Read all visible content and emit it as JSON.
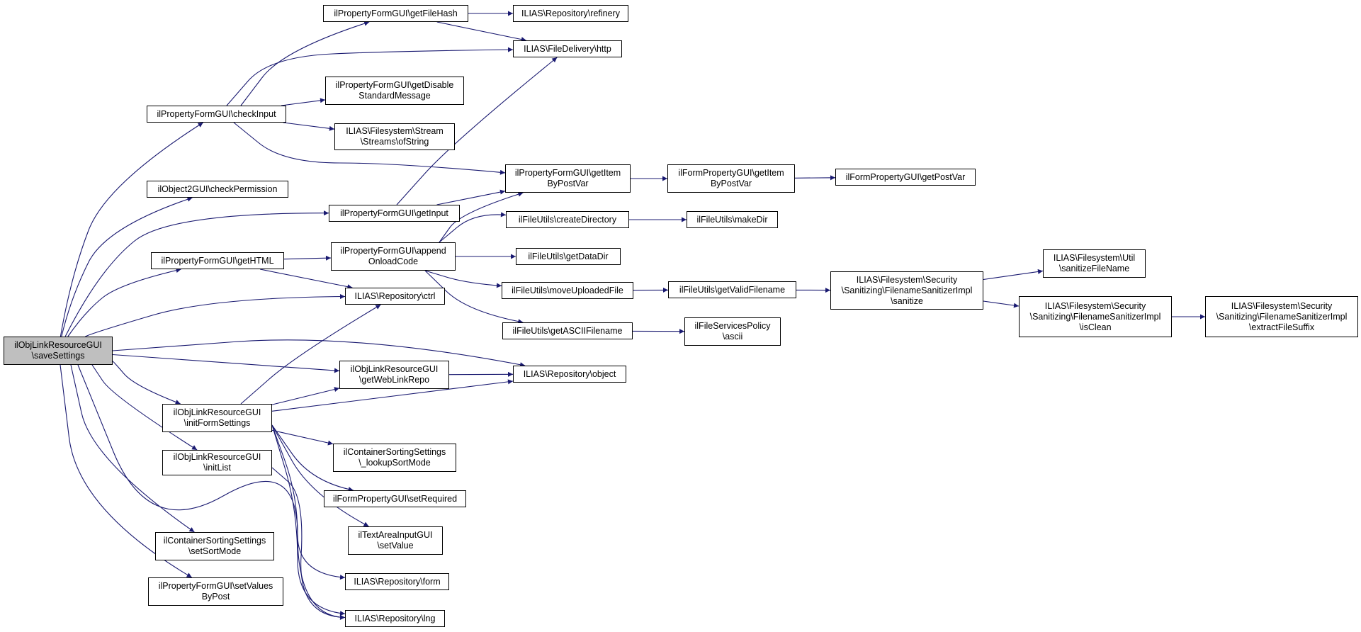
{
  "diagram": {
    "colors": {
      "edge": "#191970",
      "node_fill": "#ffffff",
      "root_fill": "#bfbfbf",
      "border": "#000000"
    },
    "nodes": [
      {
        "id": "saveSettings",
        "lines": [
          "ilObjLinkResourceGUI",
          "\\saveSettings"
        ],
        "root": true
      },
      {
        "id": "checkInput",
        "lines": [
          "ilPropertyFormGUI\\checkInput"
        ]
      },
      {
        "id": "checkPermission",
        "lines": [
          "ilObject2GUI\\checkPermission"
        ]
      },
      {
        "id": "getHTML",
        "lines": [
          "ilPropertyFormGUI\\getHTML"
        ]
      },
      {
        "id": "initFormSettings",
        "lines": [
          "ilObjLinkResourceGUI",
          "\\initFormSettings"
        ]
      },
      {
        "id": "initList",
        "lines": [
          "ilObjLinkResourceGUI",
          "\\initList"
        ]
      },
      {
        "id": "setSortMode",
        "lines": [
          "ilContainerSortingSettings",
          "\\setSortMode"
        ]
      },
      {
        "id": "setValuesByPost",
        "lines": [
          "ilPropertyFormGUI\\setValues",
          "ByPost"
        ]
      },
      {
        "id": "getFileHash",
        "lines": [
          "ilPropertyFormGUI\\getFileHash"
        ]
      },
      {
        "id": "getDisableStandardMessage",
        "lines": [
          "ilPropertyFormGUI\\getDisable",
          "StandardMessage"
        ]
      },
      {
        "id": "ofString",
        "lines": [
          "ILIAS\\Filesystem\\Stream",
          "\\Streams\\ofString"
        ]
      },
      {
        "id": "getInput",
        "lines": [
          "ilPropertyFormGUI\\getInput"
        ]
      },
      {
        "id": "appendOnloadCode",
        "lines": [
          "ilPropertyFormGUI\\append",
          "OnloadCode"
        ]
      },
      {
        "id": "ctrl",
        "lines": [
          "ILIAS\\Repository\\ctrl"
        ]
      },
      {
        "id": "getWebLinkRepo",
        "lines": [
          "ilObjLinkResourceGUI",
          "\\getWebLinkRepo"
        ]
      },
      {
        "id": "lookupSortMode",
        "lines": [
          "ilContainerSortingSettings",
          "\\_lookupSortMode"
        ]
      },
      {
        "id": "setRequired",
        "lines": [
          "ilFormPropertyGUI\\setRequired"
        ]
      },
      {
        "id": "textAreaSetValue",
        "lines": [
          "ilTextAreaInputGUI",
          "\\setValue"
        ]
      },
      {
        "id": "form",
        "lines": [
          "ILIAS\\Repository\\form"
        ]
      },
      {
        "id": "lng",
        "lines": [
          "ILIAS\\Repository\\lng"
        ]
      },
      {
        "id": "refinery",
        "lines": [
          "ILIAS\\Repository\\refinery"
        ]
      },
      {
        "id": "http",
        "lines": [
          "ILIAS\\FileDelivery\\http"
        ]
      },
      {
        "id": "formGetItemByPostVar",
        "lines": [
          "ilPropertyFormGUI\\getItem",
          "ByPostVar"
        ]
      },
      {
        "id": "createDirectory",
        "lines": [
          "ilFileUtils\\createDirectory"
        ]
      },
      {
        "id": "getDataDir",
        "lines": [
          "ilFileUtils\\getDataDir"
        ]
      },
      {
        "id": "moveUploadedFile",
        "lines": [
          "ilFileUtils\\moveUploadedFile"
        ]
      },
      {
        "id": "getASCIIFilename",
        "lines": [
          "ilFileUtils\\getASCIIFilename"
        ]
      },
      {
        "id": "object",
        "lines": [
          "ILIAS\\Repository\\object"
        ]
      },
      {
        "id": "propGetItemByPostVar",
        "lines": [
          "ilFormPropertyGUI\\getItem",
          "ByPostVar"
        ]
      },
      {
        "id": "makeDir",
        "lines": [
          "ilFileUtils\\makeDir"
        ]
      },
      {
        "id": "getValidFilename",
        "lines": [
          "ilFileUtils\\getValidFilename"
        ]
      },
      {
        "id": "ascii",
        "lines": [
          "ilFileServicesPolicy",
          "\\ascii"
        ]
      },
      {
        "id": "getPostVar",
        "lines": [
          "ilFormPropertyGUI\\getPostVar"
        ]
      },
      {
        "id": "sanitize",
        "lines": [
          "ILIAS\\Filesystem\\Security",
          "\\Sanitizing\\FilenameSanitizerImpl",
          "\\sanitize"
        ]
      },
      {
        "id": "sanitizeFileName",
        "lines": [
          "ILIAS\\Filesystem\\Util",
          "\\sanitizeFileName"
        ]
      },
      {
        "id": "isClean",
        "lines": [
          "ILIAS\\Filesystem\\Security",
          "\\Sanitizing\\FilenameSanitizerImpl",
          "\\isClean"
        ]
      },
      {
        "id": "extractFileSuffix",
        "lines": [
          "ILIAS\\Filesystem\\Security",
          "\\Sanitizing\\FilenameSanitizerImpl",
          "\\extractFileSuffix"
        ]
      }
    ],
    "edges": [
      [
        "saveSettings",
        "checkInput"
      ],
      [
        "saveSettings",
        "checkPermission"
      ],
      [
        "saveSettings",
        "getInput"
      ],
      [
        "saveSettings",
        "getHTML"
      ],
      [
        "saveSettings",
        "ctrl"
      ],
      [
        "saveSettings",
        "object"
      ],
      [
        "saveSettings",
        "getWebLinkRepo"
      ],
      [
        "saveSettings",
        "initFormSettings"
      ],
      [
        "saveSettings",
        "initList"
      ],
      [
        "saveSettings",
        "setSortMode"
      ],
      [
        "saveSettings",
        "setValuesByPost"
      ],
      [
        "saveSettings",
        "lng"
      ],
      [
        "checkInput",
        "getFileHash"
      ],
      [
        "checkInput",
        "http"
      ],
      [
        "checkInput",
        "getDisableStandardMessage"
      ],
      [
        "checkInput",
        "ofString"
      ],
      [
        "checkInput",
        "formGetItemByPostVar"
      ],
      [
        "getFileHash",
        "refinery"
      ],
      [
        "getFileHash",
        "http"
      ],
      [
        "getInput",
        "http"
      ],
      [
        "getInput",
        "formGetItemByPostVar"
      ],
      [
        "getHTML",
        "appendOnloadCode"
      ],
      [
        "getHTML",
        "ctrl"
      ],
      [
        "appendOnloadCode",
        "formGetItemByPostVar"
      ],
      [
        "appendOnloadCode",
        "createDirectory"
      ],
      [
        "appendOnloadCode",
        "getDataDir"
      ],
      [
        "appendOnloadCode",
        "moveUploadedFile"
      ],
      [
        "appendOnloadCode",
        "getASCIIFilename"
      ],
      [
        "formGetItemByPostVar",
        "propGetItemByPostVar"
      ],
      [
        "propGetItemByPostVar",
        "getPostVar"
      ],
      [
        "createDirectory",
        "makeDir"
      ],
      [
        "moveUploadedFile",
        "getValidFilename"
      ],
      [
        "getValidFilename",
        "sanitize"
      ],
      [
        "getASCIIFilename",
        "ascii"
      ],
      [
        "sanitize",
        "sanitizeFileName"
      ],
      [
        "sanitize",
        "isClean"
      ],
      [
        "isClean",
        "extractFileSuffix"
      ],
      [
        "getWebLinkRepo",
        "object"
      ],
      [
        "initFormSettings",
        "ctrl"
      ],
      [
        "initFormSettings",
        "getWebLinkRepo"
      ],
      [
        "initFormSettings",
        "object"
      ],
      [
        "initFormSettings",
        "lookupSortMode"
      ],
      [
        "initFormSettings",
        "setRequired"
      ],
      [
        "initFormSettings",
        "textAreaSetValue"
      ],
      [
        "initFormSettings",
        "form"
      ],
      [
        "initFormSettings",
        "lng"
      ],
      [
        "initList",
        "lng"
      ]
    ]
  }
}
